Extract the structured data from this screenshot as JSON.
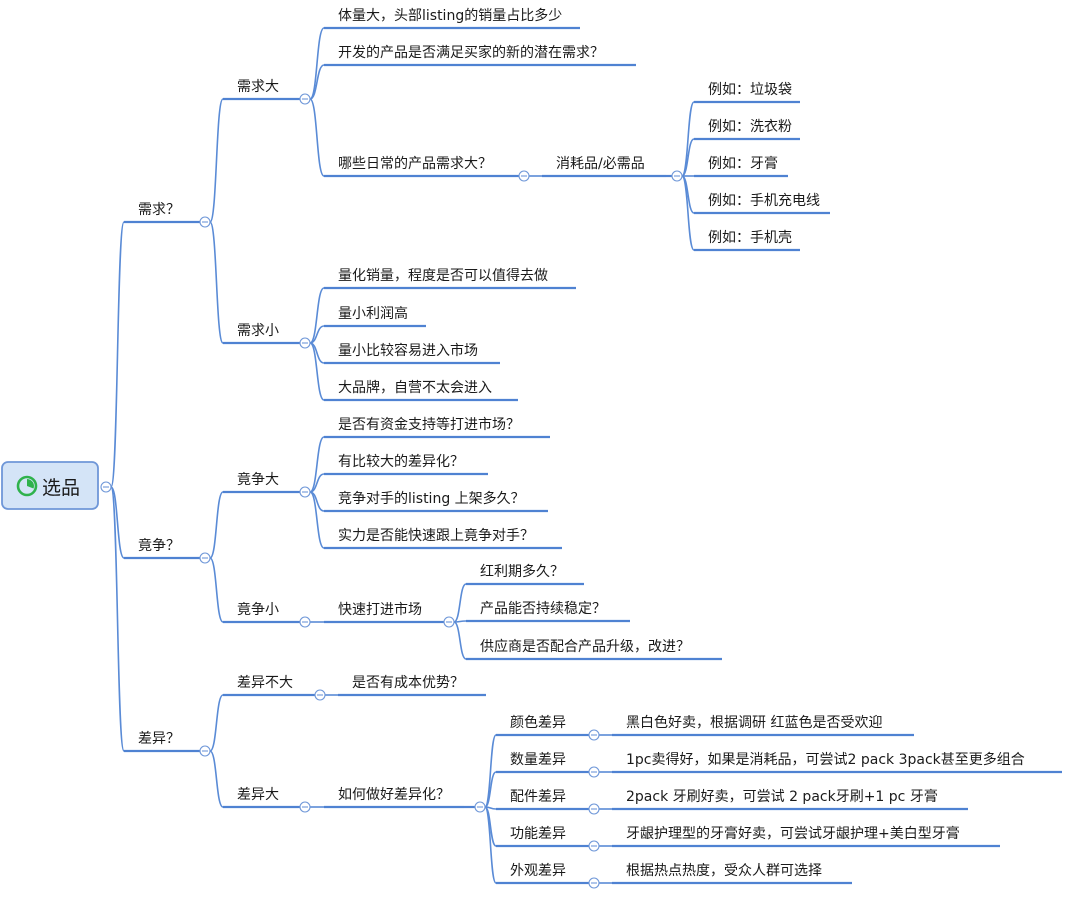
{
  "root": {
    "label": "选品",
    "icon": "progress-ring-icon",
    "children": [
      {
        "label": "需求？",
        "children": [
          {
            "label": "需求大",
            "children": [
              {
                "label": "体量大，头部listing的销量占比多少"
              },
              {
                "label": "开发的产品是否满足买家的新的潜在需求？"
              },
              {
                "label": "哪些日常的产品需求大？",
                "children": [
                  {
                    "label": "消耗品/必需品",
                    "children": [
                      {
                        "label": "例如：垃圾袋"
                      },
                      {
                        "label": "例如：洗衣粉"
                      },
                      {
                        "label": "例如：牙膏"
                      },
                      {
                        "label": "例如：手机充电线"
                      },
                      {
                        "label": "例如：手机壳"
                      }
                    ]
                  }
                ]
              }
            ]
          },
          {
            "label": "需求小",
            "children": [
              {
                "label": "量化销量，程度是否可以值得去做"
              },
              {
                "label": "量小利润高"
              },
              {
                "label": "量小比较容易进入市场"
              },
              {
                "label": "大品牌，自营不太会进入"
              }
            ]
          }
        ]
      },
      {
        "label": "竟争？",
        "children": [
          {
            "label": "竟争大",
            "children": [
              {
                "label": "是否有资金支持等打进市场？"
              },
              {
                "label": "有比较大的差异化？"
              },
              {
                "label": "竞争对手的listing 上架多久？"
              },
              {
                "label": "实力是否能快速跟上竟争对手？"
              }
            ]
          },
          {
            "label": "竟争小",
            "children": [
              {
                "label": "快速打进市场",
                "children": [
                  {
                    "label": "红利期多久？"
                  },
                  {
                    "label": "产品能否持续稳定？"
                  },
                  {
                    "label": "供应商是否配合产品升级，改进？"
                  }
                ]
              }
            ]
          }
        ]
      },
      {
        "label": "差异？",
        "children": [
          {
            "label": "差异不大",
            "children": [
              {
                "label": "是否有成本优势？"
              }
            ]
          },
          {
            "label": "差异大",
            "children": [
              {
                "label": "如何做好差异化？",
                "children": [
                  {
                    "label": "颜色差异",
                    "children": [
                      {
                        "label": "黑白色好卖，根据调研 红蓝色是否受欢迎"
                      }
                    ]
                  },
                  {
                    "label": "数量差异",
                    "children": [
                      {
                        "label": "1pc卖得好，如果是消耗品，可尝试2 pack 3pack甚至更多组合"
                      }
                    ]
                  },
                  {
                    "label": "配件差异",
                    "children": [
                      {
                        "label": "2pack 牙刷好卖，可尝试 2 pack牙刷+1 pc 牙膏"
                      }
                    ]
                  },
                  {
                    "label": "功能差异",
                    "children": [
                      {
                        "label": "牙龈护理型的牙膏好卖，可尝试牙龈护理+美白型牙膏"
                      }
                    ]
                  },
                  {
                    "label": "外观差异",
                    "children": [
                      {
                        "label": "根据热点热度，受众人群可选择"
                      }
                    ]
                  }
                ]
              }
            ]
          }
        ]
      }
    ]
  },
  "colors": {
    "branch": "#5a8bd6",
    "underline": "#4f82d2",
    "root_fill": "#d4e4f7",
    "root_border": "#6f97d8",
    "icon": "#2fb24c",
    "text": "#1a1a1a"
  }
}
